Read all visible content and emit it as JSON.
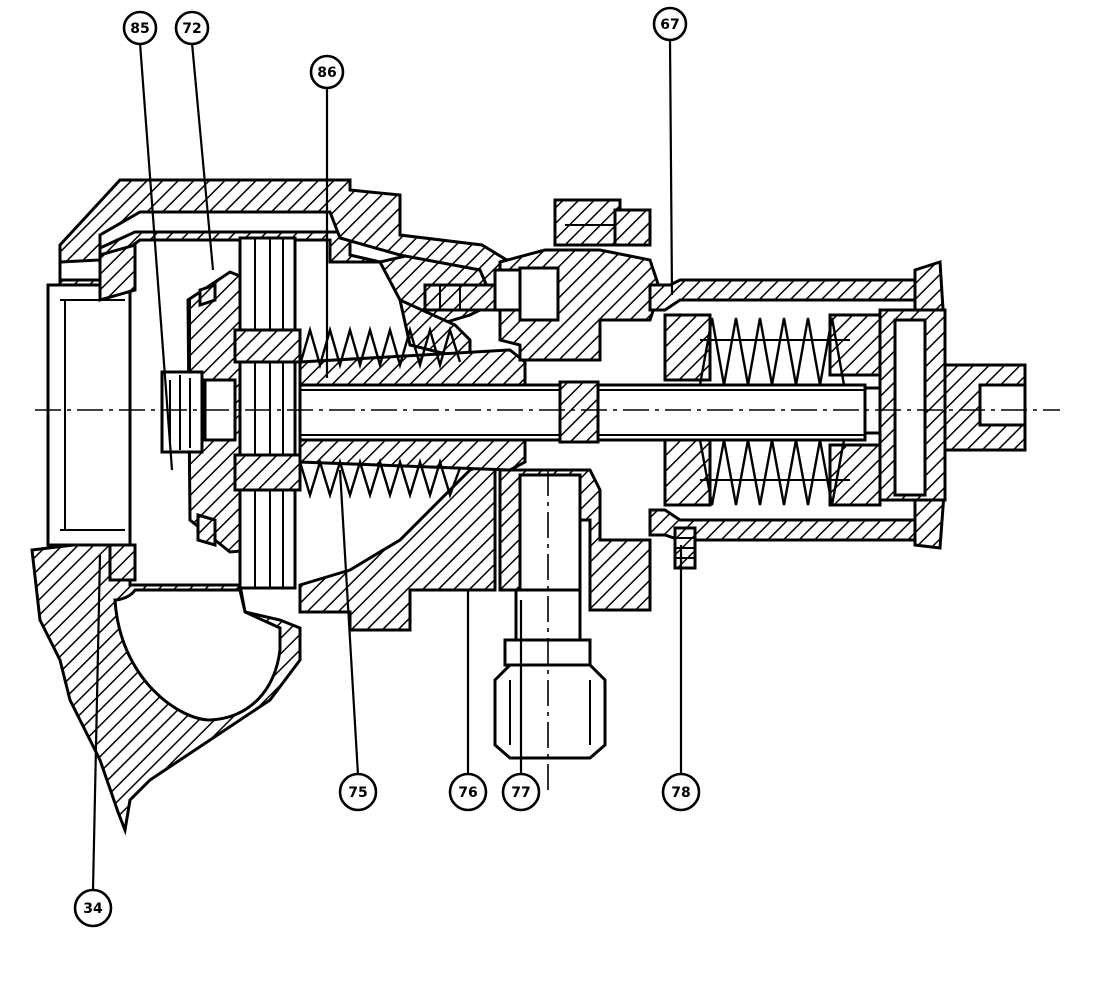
{
  "colors": {
    "ink": "#000000",
    "paper": "#ffffff"
  },
  "callouts": [
    {
      "id": "c85",
      "label": "85"
    },
    {
      "id": "c72",
      "label": "72"
    },
    {
      "id": "c86",
      "label": "86"
    },
    {
      "id": "c67",
      "label": "67"
    },
    {
      "id": "c75",
      "label": "75"
    },
    {
      "id": "c76",
      "label": "76"
    },
    {
      "id": "c77",
      "label": "77"
    },
    {
      "id": "c78",
      "label": "78"
    },
    {
      "id": "c34",
      "label": "34"
    }
  ]
}
